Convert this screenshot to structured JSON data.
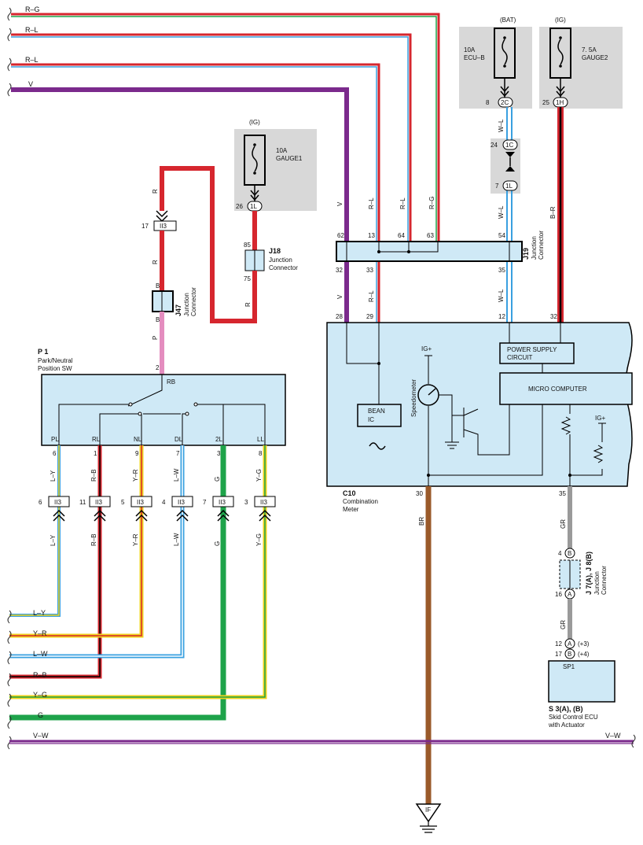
{
  "bus_labels": {
    "r_g": "R–G",
    "r_l_1": "R–L",
    "r_l_2": "R–L",
    "v": "V",
    "l_y": "L–Y",
    "y_r": "Y–R",
    "l_w": "L–W",
    "r_b": "R–B",
    "y_g": "Y–G",
    "g": "G",
    "v_w_left": "V–W",
    "v_w_right": "V–W"
  },
  "fuses": {
    "bat_source": "(BAT)",
    "ecu_b": [
      "10A",
      "ECU–B"
    ],
    "ecu_b_pin": "2C",
    "ecu_b_pin_no": "8",
    "ig_source": "(IG)",
    "gauge2": [
      "7. 5A",
      "GAUGE2"
    ],
    "gauge2_pin": "1H",
    "gauge2_pin_no": "25",
    "ig_source_2": "(IG)",
    "gauge1": [
      "10A",
      "GAUGE1"
    ],
    "gauge1_pin": "1L",
    "gauge1_pin_no": "26",
    "jc_top_pin": "1C",
    "jc_top_no": "24",
    "jc_bot_pin": "1L",
    "jc_bot_no": "7"
  },
  "connectors": {
    "j18": {
      "id": "J18",
      "desc": [
        "Junction",
        "Connector"
      ],
      "pin_top": "85",
      "pin_bottom": "75"
    },
    "j47": {
      "id": "J47",
      "desc": [
        "Junction",
        "Connector"
      ],
      "pin_top": "B",
      "pin_bottom": "B"
    },
    "j19": {
      "id": "J19",
      "desc": [
        "Junction",
        "Connector"
      ],
      "pins_top": [
        "62",
        "13",
        "64",
        "63",
        "54"
      ],
      "pins_bottom": [
        "32",
        "33",
        "35"
      ]
    },
    "ii3_top": {
      "label": "II3",
      "pin": "17"
    },
    "j7j8": {
      "id": "J 7(A), J 8(B)",
      "desc": [
        "Junction",
        "Connector"
      ],
      "pin_top_no": "4",
      "pin_top": "B",
      "pin_bottom_no": "16",
      "pin_bottom": "A"
    }
  },
  "wire_labels": {
    "r_upper": "R",
    "r_mid": "R",
    "r_right": "R",
    "p": "P",
    "v_top": "V",
    "rl_top_1": "R–L",
    "rl_top_2": "R–L",
    "rg_top": "R–G",
    "wl_top": "W–L",
    "wl_mid": "W–L",
    "br_top": "B–R",
    "v_bot": "V",
    "rl_bot": "R–L",
    "wl_bot": "W–L",
    "br_ground": "BR",
    "gr_1": "GR",
    "gr_2": "GR"
  },
  "p1": {
    "id": "P 1",
    "desc": [
      "Park/Neutral",
      "Position SW"
    ],
    "rb": "RB",
    "top_pin": "2",
    "positions": [
      "PL",
      "RL",
      "NL",
      "DL",
      "2L",
      "LL"
    ],
    "pins": [
      "6",
      "1",
      "9",
      "7",
      "3",
      "8"
    ],
    "wires_top": [
      "L–Y",
      "R–B",
      "Y–R",
      "L–W",
      "G",
      "Y–G"
    ],
    "ii3_pins": [
      "6",
      "11",
      "5",
      "4",
      "7",
      "3"
    ],
    "ii3_label": "II3",
    "wires_bottom": [
      "L–Y",
      "R–B",
      "Y–R",
      "L–W",
      "G",
      "Y–G"
    ]
  },
  "meter": {
    "id": "C10",
    "desc": [
      "Combination",
      "Meter"
    ],
    "pins_top": [
      "28",
      "29",
      "12",
      "32"
    ],
    "pin_bottom_left": "30",
    "pin_bottom_right": "35",
    "bean": [
      "BEAN",
      "IC"
    ],
    "ig_plus_1": "IG+",
    "ig_plus_2": "IG+",
    "speedometer": "Speedometer",
    "power_supply": [
      "POWER SUPPLY",
      "CIRCUIT"
    ],
    "micro": "MICRO COMPUTER"
  },
  "skid": {
    "sp1": "SP1",
    "pin12_no": "12",
    "pin12": "A",
    "pin12_tag": "(+3)",
    "pin17_no": "17",
    "pin17": "B",
    "pin17_tag": "(+4)",
    "id": "S 3(A), (B)",
    "desc": [
      "Skid Control ECU",
      "with Actuator"
    ]
  },
  "ground": {
    "label": "IF"
  },
  "colors": {
    "red": "#d6262e",
    "blue": "#3aa0e0",
    "purple": "#7b2a8c",
    "pink": "#e48dbf",
    "yellow": "#f0d21c",
    "green": "#1ea34a",
    "brown": "#9a5a2a",
    "gray": "#9a9a9a",
    "box": "#cfe9f6",
    "shade": "#d8d8d8"
  }
}
